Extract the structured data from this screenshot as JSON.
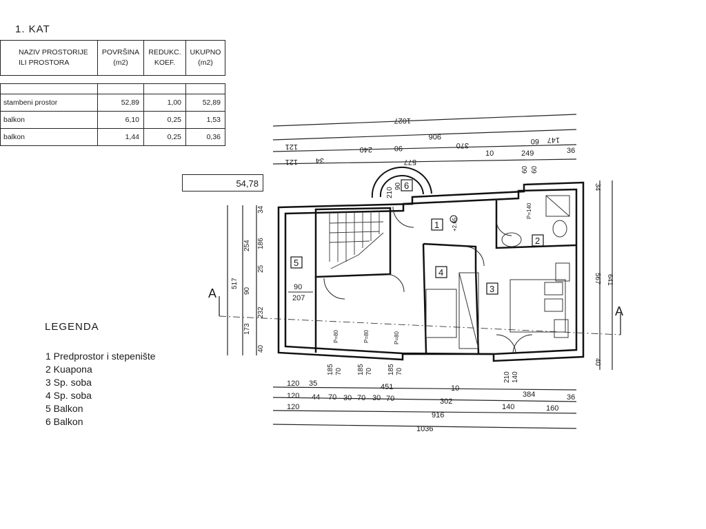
{
  "floor_title": "1. KAT",
  "area_table": {
    "headers": {
      "name": [
        "NAZIV PROSTORIJE",
        "ILI PROSTORA"
      ],
      "area": [
        "POVRŠINA",
        "(m2)"
      ],
      "coef": [
        "REDUKC.",
        "KOEF."
      ],
      "total": [
        "UKUPNO",
        "(m2)"
      ]
    },
    "rows": [
      {
        "name": "stambeni prostor",
        "area": "52,89",
        "coef": "1,00",
        "total": "52,89"
      },
      {
        "name": "balkon",
        "area": "6,10",
        "coef": "0,25",
        "total": "1,53"
      },
      {
        "name": "balkon",
        "area": "1,44",
        "coef": "0,25",
        "total": "0,36"
      }
    ],
    "sum": "54,78"
  },
  "legend": {
    "title": "LEGENDA",
    "items": [
      "1 Predprostor i stepenište",
      "2 Kuapona",
      "3 Sp. soba",
      "4 Sp. soba",
      "5 Balkon",
      "6 Balkon"
    ]
  },
  "plan": {
    "room_numbers": [
      "1",
      "2",
      "3",
      "4",
      "5",
      "6"
    ],
    "section_marker": "A",
    "level": "+2.65",
    "top_dims": {
      "row1": "1027",
      "row2": "906",
      "row3": [
        "121",
        "240",
        "90",
        "370",
        "60",
        "147"
      ],
      "row3_ticks": [
        "10"
      ],
      "row4": [
        "121",
        "34",
        "577",
        "249",
        "36"
      ]
    },
    "small_top": [
      "210",
      "90",
      "60",
      "60"
    ],
    "left_dims": {
      "outer": "517",
      "mid": "254",
      "inner": [
        "34",
        "186",
        "25",
        "90",
        "232",
        "173",
        "40"
      ]
    },
    "right_dims": [
      "641",
      "567",
      "34",
      "40"
    ],
    "window_labels": [
      "P=80",
      "P=80",
      "P=80",
      "P=140"
    ],
    "window_dims": [
      "185",
      "70",
      "185",
      "70",
      "185",
      "70",
      "210",
      "140"
    ],
    "door_labels": [
      "90",
      "207"
    ],
    "bottom_dims": {
      "row1": [
        "120",
        "35",
        "451",
        "10",
        "384"
      ],
      "row2": [
        "120",
        "44",
        "70",
        "30",
        "70",
        "30",
        "70",
        "302",
        "140",
        "160",
        "36"
      ],
      "row3": [
        "120",
        "916"
      ],
      "row4": "1036"
    }
  }
}
